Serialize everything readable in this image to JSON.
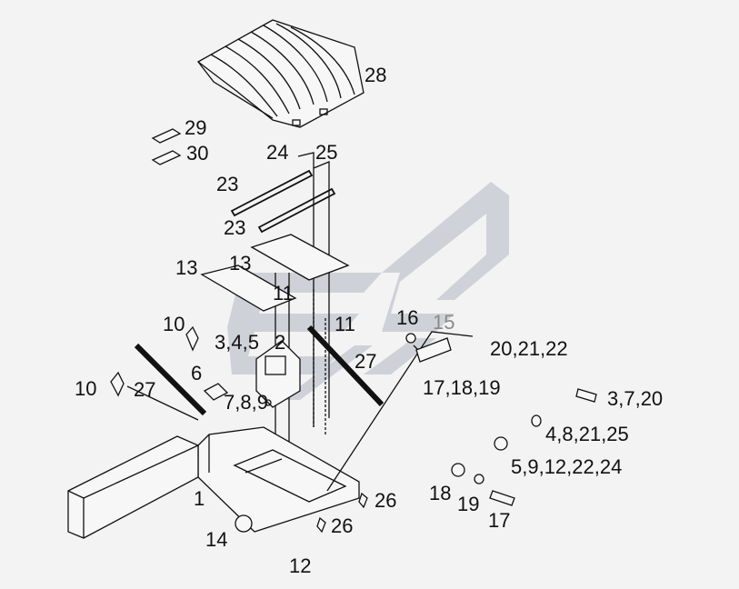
{
  "watermark": {
    "color": "#c7ccd4"
  },
  "callouts": [
    {
      "id": "28",
      "text": "28"
    },
    {
      "id": "29",
      "text": "29"
    },
    {
      "id": "30",
      "text": "30"
    },
    {
      "id": "24",
      "text": "24"
    },
    {
      "id": "25",
      "text": "25"
    },
    {
      "id": "23a",
      "text": "23"
    },
    {
      "id": "23b",
      "text": "23"
    },
    {
      "id": "13a",
      "text": "13"
    },
    {
      "id": "13b",
      "text": "13"
    },
    {
      "id": "11a",
      "text": "11"
    },
    {
      "id": "11b",
      "text": "11"
    },
    {
      "id": "10a",
      "text": "10"
    },
    {
      "id": "10b",
      "text": "10"
    },
    {
      "id": "345",
      "text": "3,4,5"
    },
    {
      "id": "2",
      "text": "2"
    },
    {
      "id": "16",
      "text": "16"
    },
    {
      "id": "15",
      "text": "15"
    },
    {
      "id": "27a",
      "text": "27"
    },
    {
      "id": "27b",
      "text": "27"
    },
    {
      "id": "6",
      "text": "6"
    },
    {
      "id": "789",
      "text": "7,8,9"
    },
    {
      "id": "20-21-22",
      "text": "20,21,22"
    },
    {
      "id": "17-18-19",
      "text": "17,18,19"
    },
    {
      "id": "3-7-20",
      "text": "3,7,20"
    },
    {
      "id": "4-8-21-25",
      "text": "4,8,21,25"
    },
    {
      "id": "5-9-12-22-24",
      "text": "5,9,12,22,24"
    },
    {
      "id": "18",
      "text": "18"
    },
    {
      "id": "19",
      "text": "19"
    },
    {
      "id": "17",
      "text": "17"
    },
    {
      "id": "1",
      "text": "1"
    },
    {
      "id": "26a",
      "text": "26"
    },
    {
      "id": "26b",
      "text": "26"
    },
    {
      "id": "14",
      "text": "14"
    },
    {
      "id": "12",
      "text": "12"
    }
  ]
}
